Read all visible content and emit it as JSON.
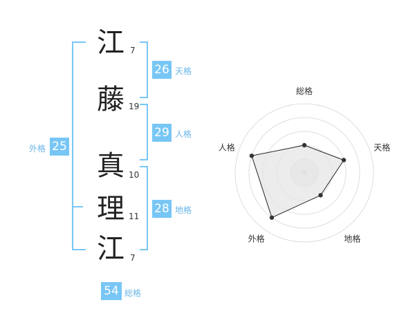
{
  "name": [
    {
      "char": "江",
      "strokes": "7"
    },
    {
      "char": "藤",
      "strokes": "19"
    },
    {
      "char": "真",
      "strokes": "10"
    },
    {
      "char": "理",
      "strokes": "11"
    },
    {
      "char": "江",
      "strokes": "7"
    }
  ],
  "fortunes": {
    "tenkaku": {
      "value": "26",
      "label": "天格"
    },
    "jinkaku": {
      "value": "29",
      "label": "人格"
    },
    "chikaku": {
      "value": "28",
      "label": "地格"
    },
    "gaikaku": {
      "value": "25",
      "label": "外格"
    },
    "soukaku": {
      "value": "54",
      "label": "総格"
    }
  },
  "chart_data": {
    "type": "radar",
    "axes": [
      "総格",
      "天格",
      "地格",
      "外格",
      "人格"
    ],
    "values": [
      1,
      2,
      1,
      3,
      3
    ],
    "rmax": 4,
    "rings": 4,
    "grid": true
  }
}
